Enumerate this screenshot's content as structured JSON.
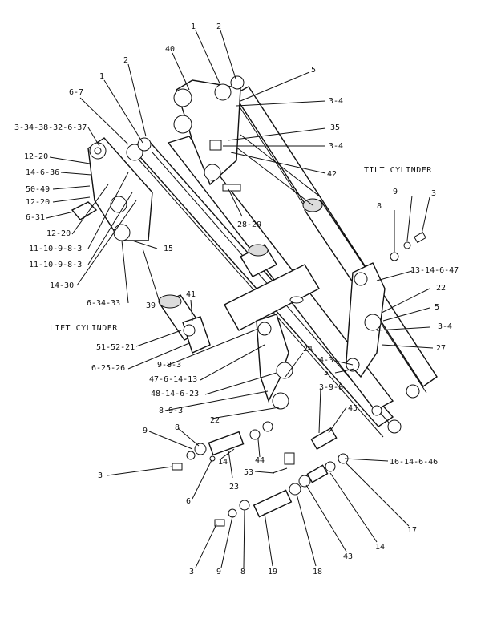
{
  "captions": {
    "tilt_cylinder": "TILT CYLINDER",
    "lift_cylinder": "LIFT CYLINDER"
  },
  "callouts": [
    {
      "id": "c1a",
      "text": "1"
    },
    {
      "id": "c2a",
      "text": "2"
    },
    {
      "id": "c40",
      "text": "40"
    },
    {
      "id": "c5a",
      "text": "5"
    },
    {
      "id": "c34a",
      "text": "3-4"
    },
    {
      "id": "c35",
      "text": "35"
    },
    {
      "id": "c34b",
      "text": "3-4"
    },
    {
      "id": "c42",
      "text": "42"
    },
    {
      "id": "c67",
      "text": "6-7"
    },
    {
      "id": "c1b",
      "text": "1"
    },
    {
      "id": "c2b",
      "text": "2"
    },
    {
      "id": "c3434",
      "text": "3-34-38-32-6-37"
    },
    {
      "id": "c1220a",
      "text": "12-20"
    },
    {
      "id": "c14636",
      "text": "14-6-36"
    },
    {
      "id": "c5049",
      "text": "50-49"
    },
    {
      "id": "c1220b",
      "text": "12-20"
    },
    {
      "id": "c631",
      "text": "6-31"
    },
    {
      "id": "c1220c",
      "text": "12-20"
    },
    {
      "id": "c11a",
      "text": "11-10-9-8-3"
    },
    {
      "id": "c11b",
      "text": "11-10-9-8-3"
    },
    {
      "id": "c1430",
      "text": "14-30"
    },
    {
      "id": "c15",
      "text": "15"
    },
    {
      "id": "c2829",
      "text": "28-29"
    },
    {
      "id": "c8a",
      "text": "8"
    },
    {
      "id": "c9a",
      "text": "9"
    },
    {
      "id": "c3a",
      "text": "3"
    },
    {
      "id": "c1314",
      "text": "13-14-6-47"
    },
    {
      "id": "c22a",
      "text": "22"
    },
    {
      "id": "c5b",
      "text": "5"
    },
    {
      "id": "c34c",
      "text": "3-4"
    },
    {
      "id": "c27",
      "text": "27"
    },
    {
      "id": "c43a",
      "text": "4-3"
    },
    {
      "id": "c5c",
      "text": "5"
    },
    {
      "id": "c63433",
      "text": "6-34-33"
    },
    {
      "id": "c39",
      "text": "39"
    },
    {
      "id": "c41",
      "text": "41"
    },
    {
      "id": "c515221",
      "text": "51-52-21"
    },
    {
      "id": "c62526",
      "text": "6-25-26"
    },
    {
      "id": "c983a",
      "text": "9-8-3"
    },
    {
      "id": "c4761413",
      "text": "47-6-14-13"
    },
    {
      "id": "c4814623",
      "text": "48-14-6-23"
    },
    {
      "id": "c24",
      "text": "24"
    },
    {
      "id": "c398",
      "text": "3-9-8"
    },
    {
      "id": "c983b",
      "text": "8-9-3"
    },
    {
      "id": "c22b",
      "text": "22"
    },
    {
      "id": "c45",
      "text": "45"
    },
    {
      "id": "c9b",
      "text": "9"
    },
    {
      "id": "c8b",
      "text": "8"
    },
    {
      "id": "c3b",
      "text": "3"
    },
    {
      "id": "c6a",
      "text": "6"
    },
    {
      "id": "c14a",
      "text": "14"
    },
    {
      "id": "c44",
      "text": "44"
    },
    {
      "id": "c23",
      "text": "23"
    },
    {
      "id": "c53",
      "text": "53"
    },
    {
      "id": "c1614646",
      "text": "16-14-6-46"
    },
    {
      "id": "c3c",
      "text": "3"
    },
    {
      "id": "c9c",
      "text": "9"
    },
    {
      "id": "c8c",
      "text": "8"
    },
    {
      "id": "c19",
      "text": "19"
    },
    {
      "id": "c18",
      "text": "18"
    },
    {
      "id": "c43b",
      "text": "43"
    },
    {
      "id": "c14b",
      "text": "14"
    },
    {
      "id": "c17",
      "text": "17"
    }
  ]
}
